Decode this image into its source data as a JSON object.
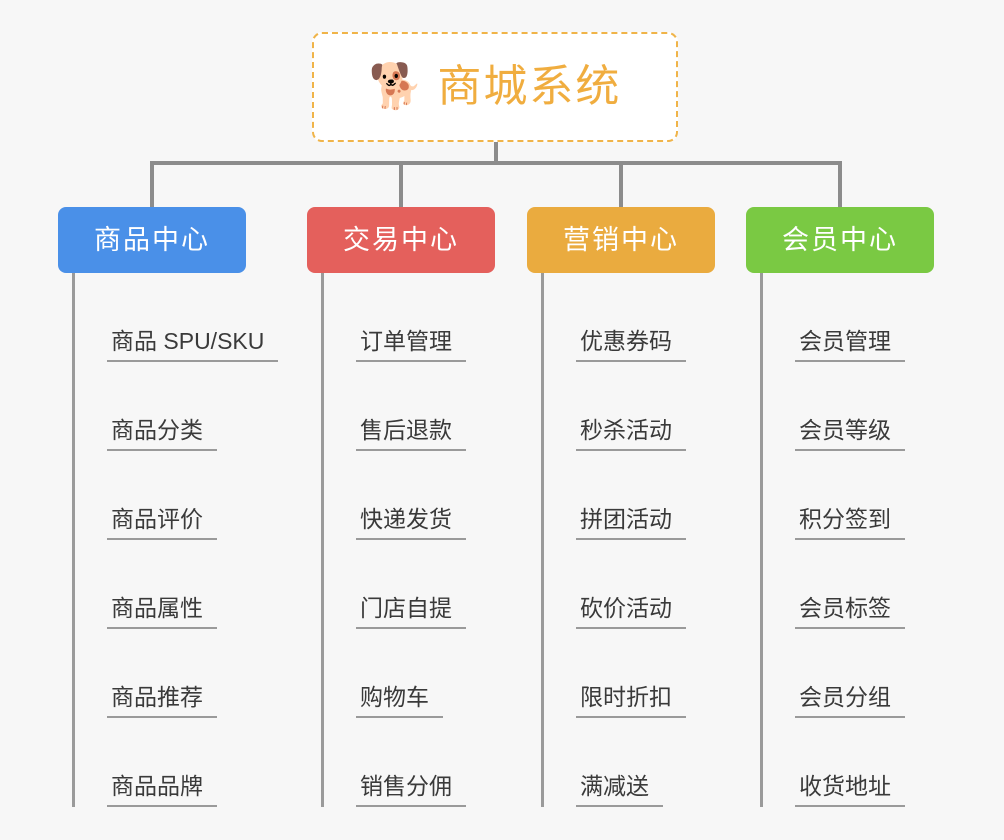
{
  "page": {
    "background": "#f7f7f7",
    "connector_color": "#8c8c8c"
  },
  "root": {
    "icon": "shiba-dog-face-icon",
    "icon_glyph": "🐕",
    "title": "商城系统",
    "title_color": "#f0ad3f",
    "border_color": "#f0b449"
  },
  "categories": [
    {
      "id": "product-center",
      "label": "商品中心",
      "color": "#4a90e8",
      "items": [
        "商品 SPU/SKU",
        "商品分类",
        "商品评价",
        "商品属性",
        "商品推荐",
        "商品品牌"
      ]
    },
    {
      "id": "trade-center",
      "label": "交易中心",
      "color": "#e4605c",
      "items": [
        "订单管理",
        "售后退款",
        "快递发货",
        "门店自提",
        "购物车",
        "销售分佣"
      ]
    },
    {
      "id": "marketing-center",
      "label": "营销中心",
      "color": "#eaab3f",
      "items": [
        "优惠券码",
        "秒杀活动",
        "拼团活动",
        "砍价活动",
        "限时折扣",
        "满减送"
      ]
    },
    {
      "id": "member-center",
      "label": "会员中心",
      "color": "#7ac943",
      "items": [
        "会员管理",
        "会员等级",
        "积分签到",
        "会员标签",
        "会员分组",
        "收货地址"
      ]
    }
  ]
}
